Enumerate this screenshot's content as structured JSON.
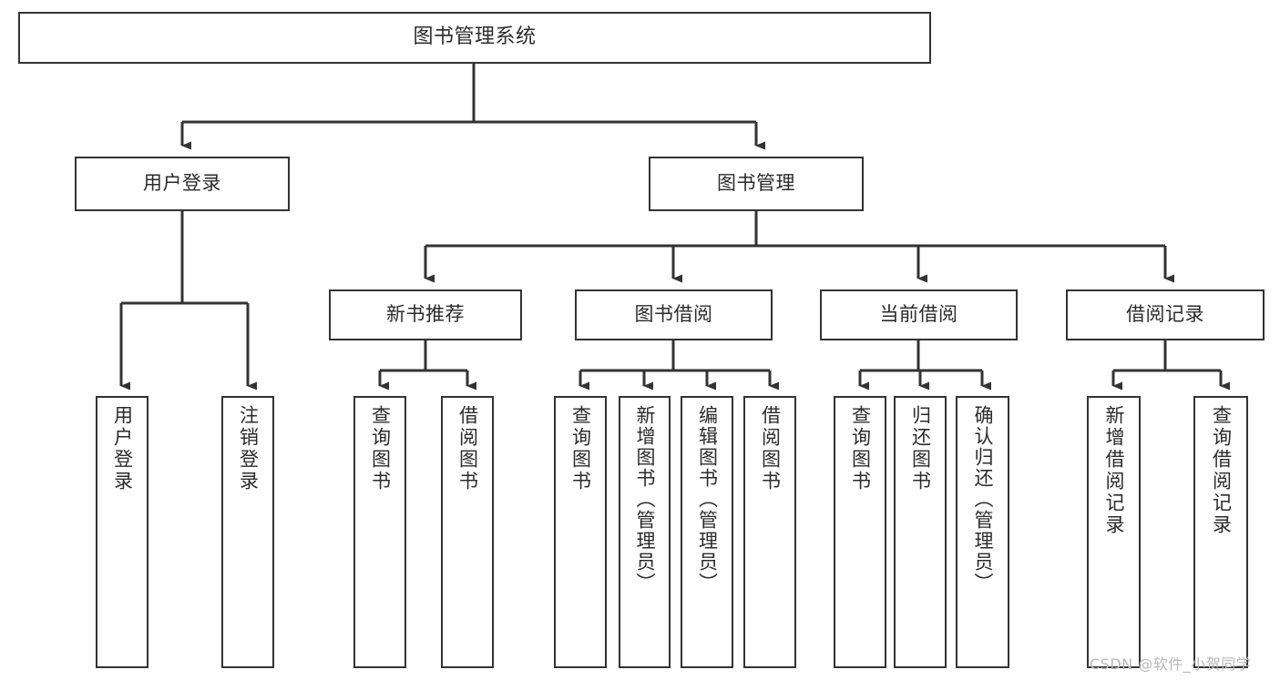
{
  "diagram": {
    "title": "图书管理系统",
    "type": "tree-hierarchy-chart",
    "colors": {
      "box_stroke": "#333333",
      "box_fill": "#ffffff",
      "text": "#2b2b2b",
      "edge": "#333333",
      "watermark": "#b8b8b8",
      "background": "#ffffff"
    }
  },
  "nodes": {
    "root": {
      "label": "图书管理系统"
    },
    "level1": [
      {
        "label": "用户登录"
      },
      {
        "label": "图书管理"
      }
    ],
    "level2": [
      {
        "label": "新书推荐"
      },
      {
        "label": "图书借阅"
      },
      {
        "label": "当前借阅"
      },
      {
        "label": "借阅记录"
      }
    ],
    "leaves": {
      "user_login": [
        {
          "label": "用户登录"
        },
        {
          "label": "注销登录"
        }
      ],
      "new_book_recommend": [
        {
          "label": "查询图书"
        },
        {
          "label": "借阅图书"
        }
      ],
      "book_borrow": [
        {
          "label": "查询图书"
        },
        {
          "label": "新增图书（管理员）"
        },
        {
          "label": "编辑图书（管理员）"
        },
        {
          "label": "借阅图书"
        }
      ],
      "current_borrow": [
        {
          "label": "查询图书"
        },
        {
          "label": "归还图书"
        },
        {
          "label": "确认归还（管理员）"
        }
      ],
      "borrow_record": [
        {
          "label": "新增借阅记录"
        },
        {
          "label": "查询借阅记录"
        }
      ]
    }
  },
  "watermark": {
    "text": "CSDN @软件_小贺同学"
  }
}
